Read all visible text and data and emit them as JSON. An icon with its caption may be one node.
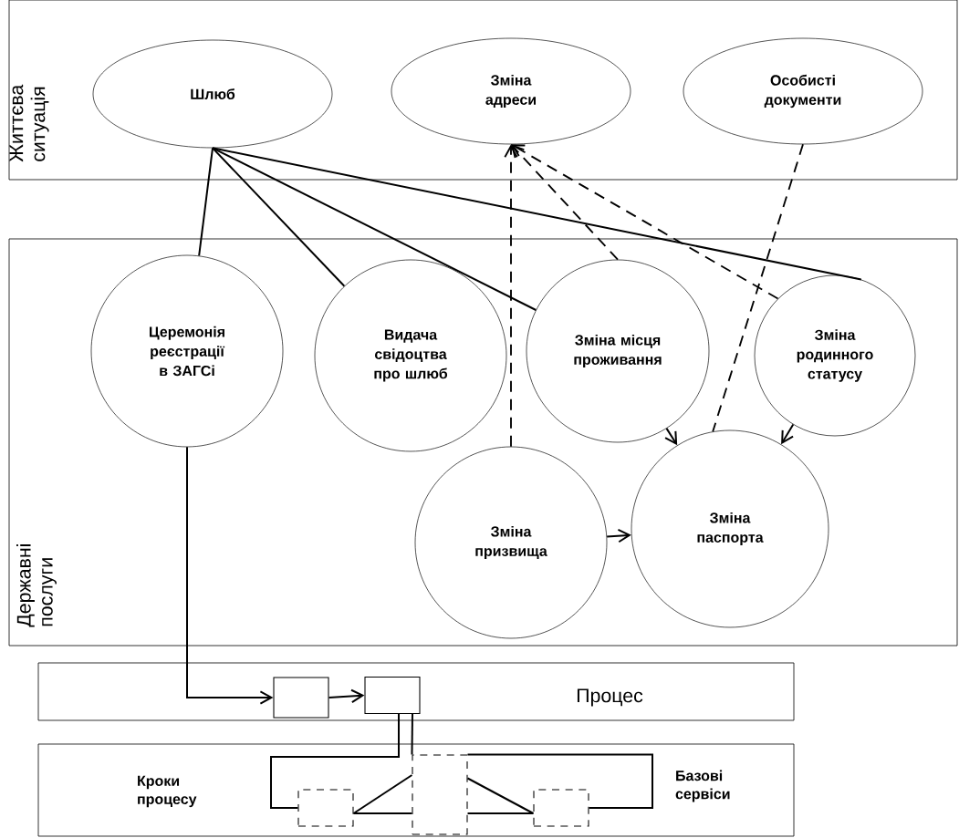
{
  "diagram": {
    "nodes": [
      {
        "text": [
          "Життєва ситуація"
        ]
      },
      {
        "text": [
          "Шлюб"
        ],
        "in": 0
      },
      {
        "text": [
          "Зміна адреси"
        ],
        "in": 0
      },
      {
        "text": [
          "Особисті документи"
        ],
        "in": 0
      },
      {
        "text": [
          "Державні послуги"
        ]
      },
      {
        "text": [
          "Церемонія реєстрації в ЗАГСі"
        ],
        "in": 4
      },
      {
        "text": [
          "Видача свідоцтва про шлюб"
        ],
        "in": 4
      },
      {
        "text": [
          "Зміна місця проживання"
        ],
        "in": 4
      },
      {
        "text": [
          "Зміна родинного статусу"
        ],
        "in": 4
      },
      {
        "text": [
          "Зміна призвища"
        ],
        "in": 4
      },
      {
        "text": [
          "Зміна паспорта"
        ],
        "in": 4
      },
      {
        "text": [
          "Процес"
        ]
      },
      {
        "text": [],
        "shape": "box",
        "in": 11
      },
      {
        "text": [],
        "shape": "box",
        "in": 11
      },
      {
        "text": [
          "Кроки процесу",
          "Базові сервіси"
        ]
      },
      {
        "text": [],
        "shape": "box",
        "in": 14
      },
      {
        "text": [],
        "shape": "box",
        "in": 14
      },
      {
        "text": [],
        "shape": "box",
        "in": 14
      }
    ],
    "edges": [
      {
        "from": 1,
        "to": 5,
        "arrow": "none"
      },
      {
        "from": 1,
        "to": 6,
        "arrow": "none"
      },
      {
        "from": 1,
        "to": 7,
        "arrow": "none"
      },
      {
        "from": 1,
        "to": 8,
        "arrow": "none"
      },
      {
        "from": 9,
        "to": 2,
        "arrow": "to",
        "style": "dashed"
      },
      {
        "from": 7,
        "to": 2,
        "arrow": "to",
        "style": "dashed"
      },
      {
        "from": 8,
        "to": 2,
        "arrow": "to",
        "style": "dashed"
      },
      {
        "from": 3,
        "to": 10,
        "arrow": "none",
        "style": "dashed"
      },
      {
        "from": 7,
        "to": 10,
        "arrow": "to"
      },
      {
        "from": 8,
        "to": 10,
        "arrow": "to"
      },
      {
        "from": 9,
        "to": 10,
        "arrow": "to"
      },
      {
        "from": 5,
        "to": 12,
        "arrow": "to"
      },
      {
        "from": 12,
        "to": 13,
        "arrow": "to"
      },
      {
        "from": 13,
        "to": 15,
        "arrow": "none"
      },
      {
        "from": 13,
        "to": 16,
        "arrow": "none"
      },
      {
        "from": 15,
        "to": 16,
        "arrow": "none"
      },
      {
        "from": 15,
        "to": 16,
        "arrow": "none"
      },
      {
        "from": 16,
        "to": 17,
        "arrow": "none"
      },
      {
        "from": 16,
        "to": 17,
        "arrow": "none"
      },
      {
        "from": 17,
        "to": 16,
        "arrow": "none"
      }
    ]
  }
}
